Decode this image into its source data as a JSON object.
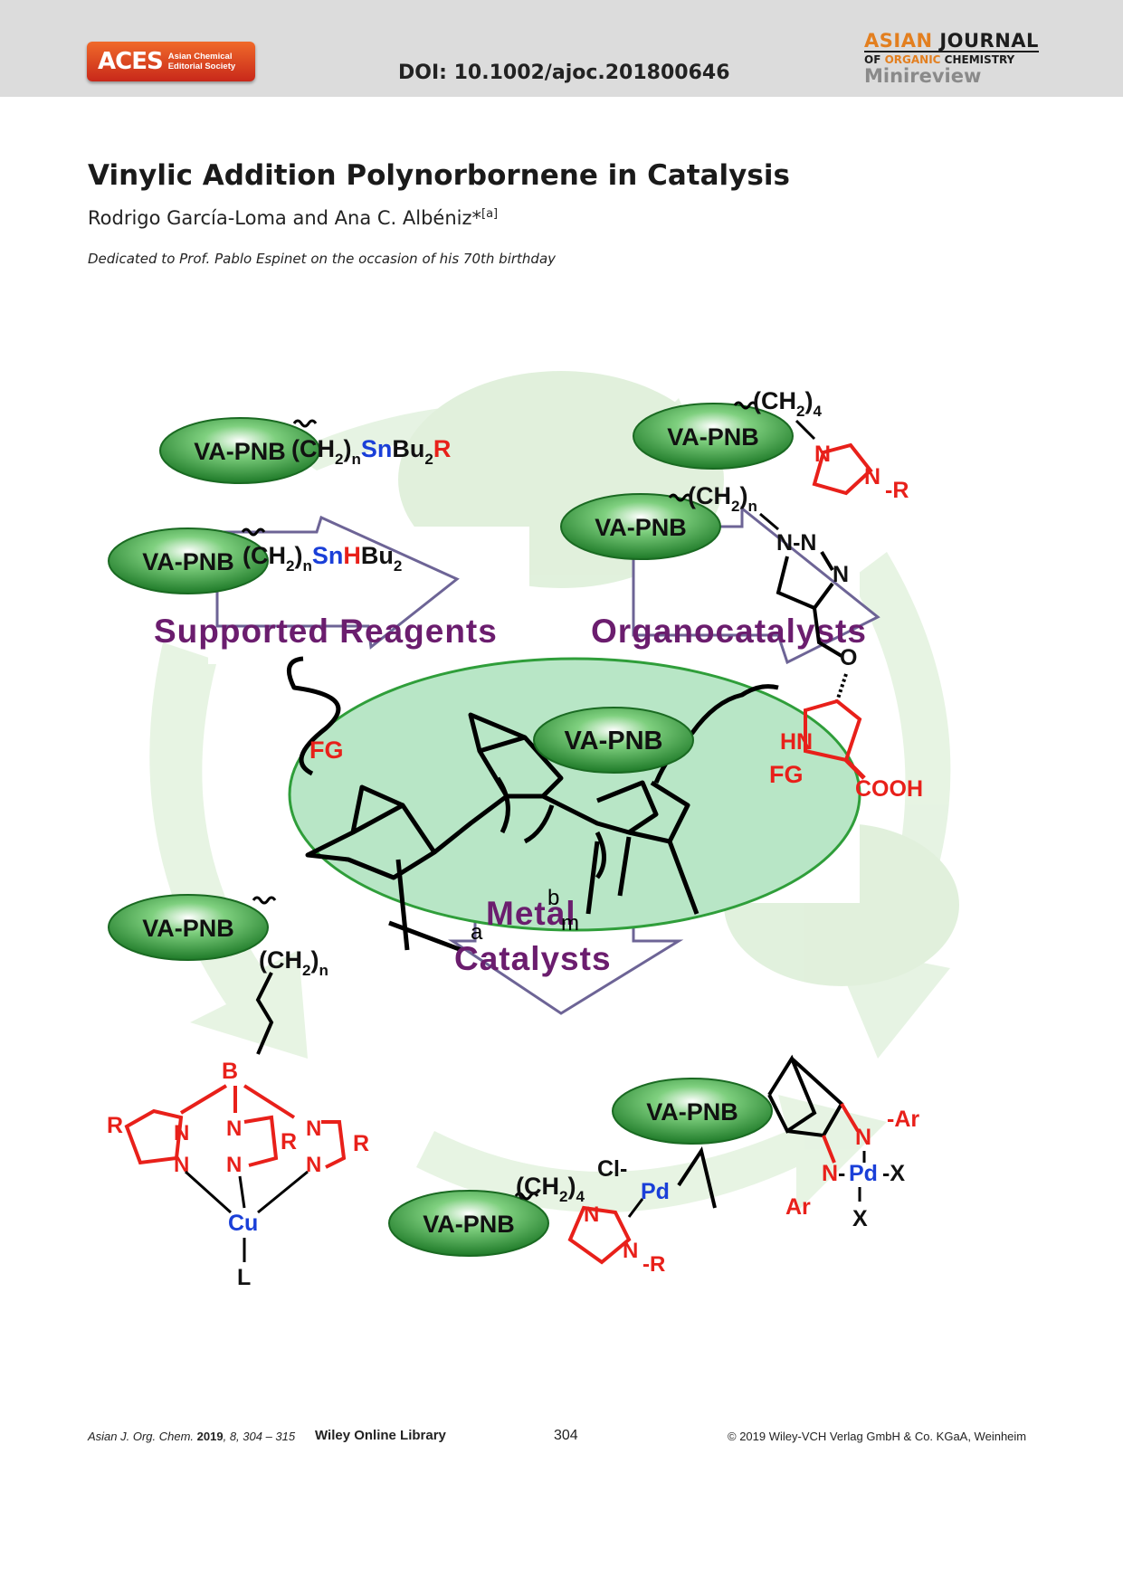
{
  "header": {
    "aces_logo": "ACES",
    "aces_sub_line1": "Asian Chemical",
    "aces_sub_line2": "Editorial Society",
    "doi": "DOI: 10.1002/ajoc.201800646",
    "journal_line1_a": "ASIAN",
    "journal_line1_b": " JOURNAL",
    "journal_line2_a": "OF ",
    "journal_line2_b": "ORGANIC",
    "journal_line2_c": " CHEMISTRY",
    "article_type": "Minireview"
  },
  "article": {
    "title": "Vinylic Addition Polynorbornene in Catalysis",
    "authors": "Rodrigo García-Loma and Ana C. Albéniz*",
    "author_affil": "[a]",
    "dedication": "Dedicated to Prof. Pablo Espinet on the occasion of his 70th birthday"
  },
  "figure": {
    "support_label": "VA-PNB",
    "section_supported": "Supported Reagents",
    "section_organo": "Organocatalysts",
    "section_metal_1": "Metal",
    "section_metal_2": "Catalysts",
    "fg": "FG",
    "a": "a",
    "b": "b",
    "m": "m",
    "n": "n",
    "ch2": "(CH",
    "sub2": "2",
    "close": ")",
    "sub4": "4",
    "sn": "Sn",
    "bu": "Bu",
    "r": "R",
    "h": "H",
    "N": "N",
    "O": "O",
    "hn": "HN",
    "cooh": "COOH",
    "B": "B",
    "Cu": "Cu",
    "L": "L",
    "Cl": "Cl",
    "Pd": "Pd",
    "Ar": "Ar",
    "X": "X",
    "colors": {
      "green": "#2f9e3a",
      "purple": "#6b1d6e",
      "red": "#e8201a",
      "blue": "#1a3fd8"
    }
  },
  "footer": {
    "journal_abbrev": "Asian J. Org. Chem.",
    "year": "2019",
    "vol_pages": ", 8, 304 – 315",
    "library": "Wiley Online Library",
    "page": "304",
    "copyright": "© 2019 Wiley-VCH Verlag GmbH & Co. KGaA, Weinheim"
  }
}
